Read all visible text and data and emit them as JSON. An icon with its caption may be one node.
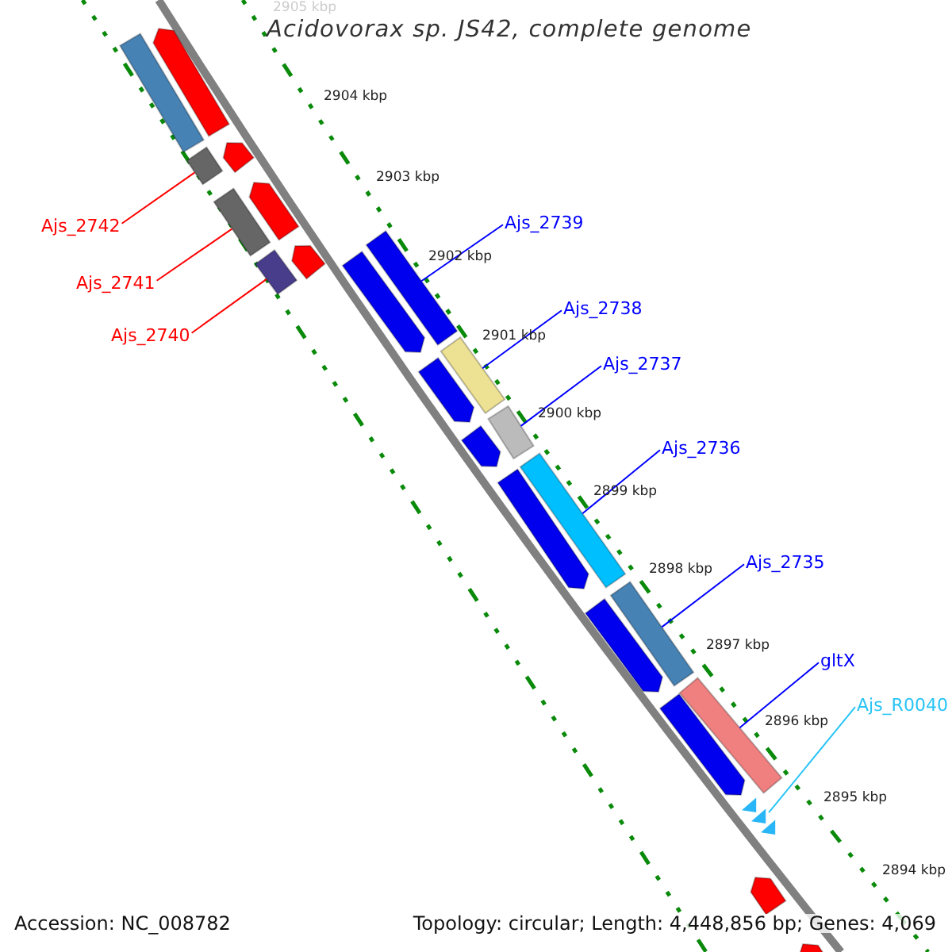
{
  "diagram": {
    "title": "Acidovorax sp. JS42, complete genome",
    "nodes": [
      {
        "text": [
          "Ajs_2742"
        ]
      },
      {
        "text": [
          "Ajs_2741"
        ]
      },
      {
        "text": [
          "Ajs_2740"
        ]
      },
      {
        "text": [
          "Ajs_2739"
        ]
      },
      {
        "text": [
          "Ajs_2738"
        ]
      },
      {
        "text": [
          "Ajs_2737"
        ]
      },
      {
        "text": [
          "Ajs_2736"
        ]
      },
      {
        "text": [
          "Ajs_2735"
        ]
      },
      {
        "text": [
          "gltX"
        ]
      },
      {
        "text": [
          "Ajs_R0040"
        ]
      },
      {
        "text": [],
        "shape": "bar"
      },
      {
        "text": [],
        "shape": "bar"
      },
      {
        "text": [],
        "shape": "bar"
      },
      {
        "text": [],
        "shape": "bar"
      },
      {
        "text": [],
        "shape": "bar"
      },
      {
        "text": [],
        "shape": "bar"
      },
      {
        "text": [],
        "shape": "bar"
      },
      {
        "text": [],
        "shape": "bar"
      },
      {
        "text": [],
        "shape": "bar"
      },
      {
        "text": [],
        "shape": "bar"
      },
      {
        "text": [],
        "shape": "bar"
      },
      {
        "text": [],
        "shape": "bar"
      },
      {
        "text": [],
        "shape": "bar"
      },
      {
        "text": [],
        "shape": "bar"
      },
      {
        "text": [],
        "shape": "bar"
      },
      {
        "text": [],
        "shape": "bar"
      },
      {
        "text": [],
        "shape": "bar"
      },
      {
        "text": [],
        "shape": "bar"
      },
      {
        "text": [],
        "shape": "bar"
      },
      {
        "text": [],
        "shape": "bar"
      },
      {
        "text": [],
        "shape": "triangle"
      },
      {
        "text": [],
        "shape": "bar"
      },
      {
        "text": [],
        "shape": "bar"
      }
    ],
    "edges": [
      {
        "from": 0,
        "to": 13,
        "arrow": "none",
        "color": "#ff0000"
      },
      {
        "from": 1,
        "to": 15,
        "arrow": "none",
        "color": "#ff0000"
      },
      {
        "from": 2,
        "to": 18,
        "arrow": "none",
        "color": "#ff0000"
      },
      {
        "from": 3,
        "to": 16,
        "arrow": "none"
      },
      {
        "from": 4,
        "to": 20,
        "arrow": "none"
      },
      {
        "from": 5,
        "to": 22,
        "arrow": "none"
      },
      {
        "from": 6,
        "to": 24,
        "arrow": "none"
      },
      {
        "from": 7,
        "to": 26,
        "arrow": "none"
      },
      {
        "from": 8,
        "to": 28,
        "arrow": "none"
      },
      {
        "from": 9,
        "to": 30,
        "arrow": "none",
        "color": "#29c4f6"
      }
    ],
    "labels": [
      "2905 kbp",
      "2904 kbp",
      "2903 kbp",
      "2902 kbp",
      "2901 kbp",
      "2900 kbp",
      "2899 kbp",
      "2898 kbp",
      "2897 kbp",
      "2896 kbp",
      "2895 kbp",
      "2894 kbp",
      "Accession: NC_008782",
      "Topology: circular; Length: 4,448,856 bp; Genes: 4,069"
    ]
  }
}
